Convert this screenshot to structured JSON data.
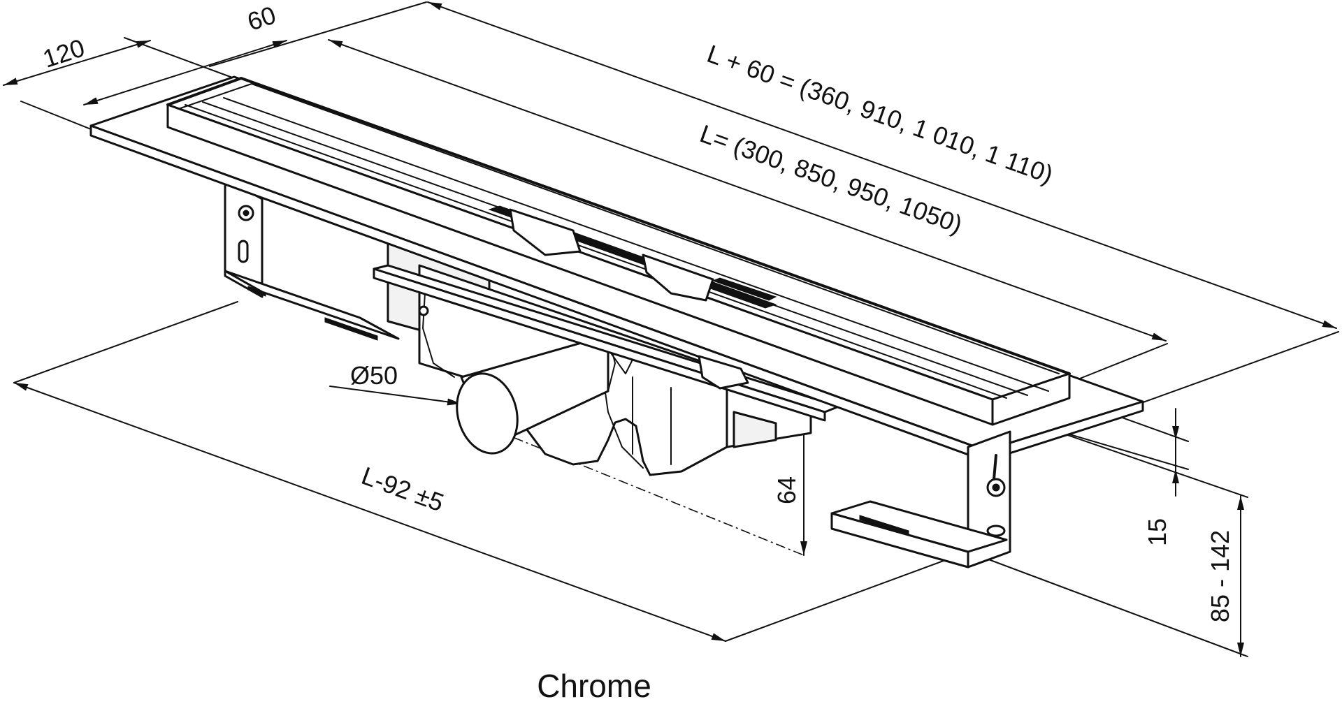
{
  "dimensions": {
    "width_120": "120",
    "width_60": "60",
    "length_total": "L + 60 = (360, 910, 1 010, 1 110)",
    "length_channel": "L= (300, 850, 950, 1050)",
    "outlet_diameter": "Ø50",
    "outlet_length": "L-92 ±5",
    "outlet_height": "64",
    "grate_height": "15",
    "adjust_height": "85 - 142"
  },
  "caption": "Chrome",
  "colors": {
    "line": "#111111",
    "background": "#ffffff"
  }
}
